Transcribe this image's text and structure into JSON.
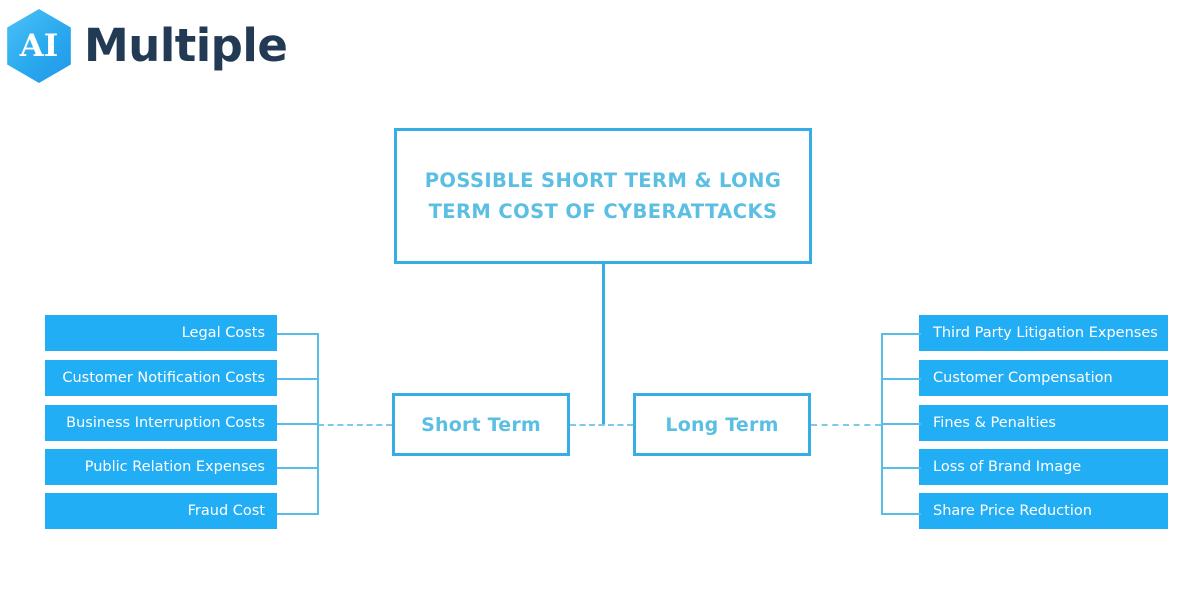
{
  "brand": {
    "logo_mark_text": "AI",
    "logo_word": "Multiple",
    "logo_hex_color": "#29a9ee",
    "logo_word_color": "#223a54"
  },
  "diagram": {
    "title": "POSSIBLE SHORT TERM & LONG TERM COST OF CYBERATTACKS",
    "accent_color": "#36ade4",
    "title_text_color": "#5bbfe3",
    "leaf_fill_color": "#22aef5",
    "leaf_text_color": "#ffffff",
    "connector_color": "#58bde6",
    "branches": [
      {
        "id": "short-term",
        "label": "Short Term",
        "side": "left",
        "items": [
          "Legal Costs",
          "Customer  Notification Costs",
          "Business Interruption Costs",
          "Public Relation Expenses",
          "Fraud Cost"
        ]
      },
      {
        "id": "long-term",
        "label": "Long Term",
        "side": "right",
        "items": [
          "Third Party Litigation Expenses",
          "Customer Compensation",
          "Fines & Penalties",
          "Loss of Brand Image",
          "Share Price Reduction"
        ]
      }
    ]
  }
}
